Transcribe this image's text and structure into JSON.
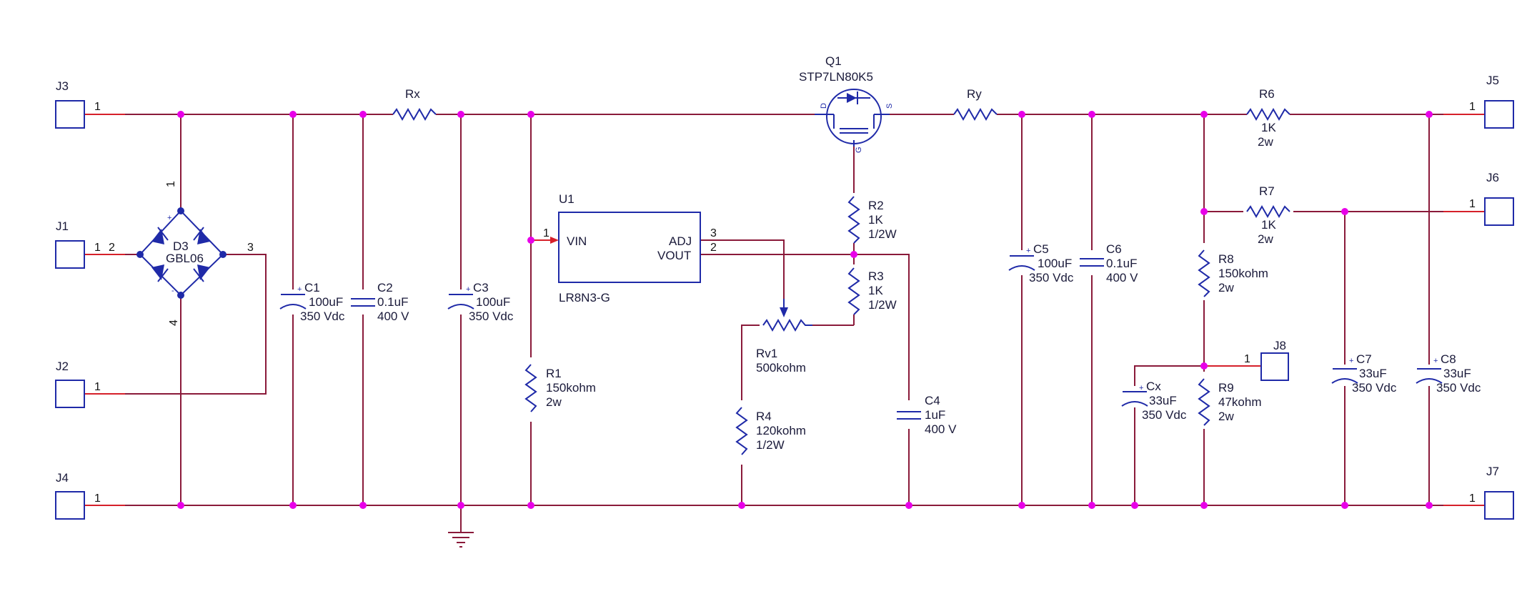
{
  "connectors": [
    {
      "ref": "J3",
      "pin": "1"
    },
    {
      "ref": "J1",
      "pin": "1"
    },
    {
      "ref": "J2",
      "pin": "1"
    },
    {
      "ref": "J4",
      "pin": "1"
    },
    {
      "ref": "J5",
      "pin": "1"
    },
    {
      "ref": "J6",
      "pin": "1"
    },
    {
      "ref": "J7",
      "pin": "1"
    },
    {
      "ref": "J8",
      "pin": "1"
    }
  ],
  "bridge": {
    "ref": "D3",
    "value": "GBL06",
    "pin1": "1",
    "pin2": "2",
    "pin3": "3",
    "pin4": "4",
    "plus": "+",
    "minus": "-"
  },
  "regulator": {
    "ref": "U1",
    "part": "LR8N3-G",
    "vin": "VIN",
    "adj": "ADJ",
    "vout": "VOUT",
    "pin_vin": "1",
    "pin_adj": "3",
    "pin_vout": "2"
  },
  "mosfet": {
    "ref": "Q1",
    "part": "STP7LN80K5",
    "d": "D",
    "s": "S",
    "g": "G"
  },
  "capacitors": [
    {
      "ref": "C1",
      "value": "100uF",
      "rating": "350 Vdc",
      "plus": "+"
    },
    {
      "ref": "C2",
      "value": "0.1uF",
      "rating": "400 V"
    },
    {
      "ref": "C3",
      "value": "100uF",
      "rating": "350 Vdc",
      "plus": "+"
    },
    {
      "ref": "C4",
      "value": "1uF",
      "rating": "400 V"
    },
    {
      "ref": "C5",
      "value": "100uF",
      "rating": "350 Vdc",
      "plus": "+"
    },
    {
      "ref": "C6",
      "value": "0.1uF",
      "rating": "400 V"
    },
    {
      "ref": "Cx",
      "value": "33uF",
      "rating": "350 Vdc",
      "plus": "+"
    },
    {
      "ref": "C7",
      "value": "33uF",
      "rating": "350 Vdc",
      "plus": "+"
    },
    {
      "ref": "C8",
      "value": "33uF",
      "rating": "350 Vdc",
      "plus": "+"
    }
  ],
  "resistors": [
    {
      "ref": "Rx"
    },
    {
      "ref": "Ry"
    },
    {
      "ref": "R1",
      "value": "150kohm",
      "power": "2w"
    },
    {
      "ref": "R2",
      "value": "1K",
      "power": "1/2W"
    },
    {
      "ref": "R3",
      "value": "1K",
      "power": "1/2W"
    },
    {
      "ref": "R4",
      "value": "120kohm",
      "power": "1/2W"
    },
    {
      "ref": "R6",
      "value": "1K",
      "power": "2w"
    },
    {
      "ref": "R7",
      "value": "1K",
      "power": "2w"
    },
    {
      "ref": "R8",
      "value": "150kohm",
      "power": "2w"
    },
    {
      "ref": "R9",
      "value": "47kohm",
      "power": "2w"
    }
  ],
  "potentiometer": {
    "ref": "Rv1",
    "value": "500kohm"
  },
  "colors": {
    "wire": "#8a1a3a",
    "pin": "#d6202a",
    "symbol": "#1f2aa8",
    "junction": "#e800e8"
  }
}
